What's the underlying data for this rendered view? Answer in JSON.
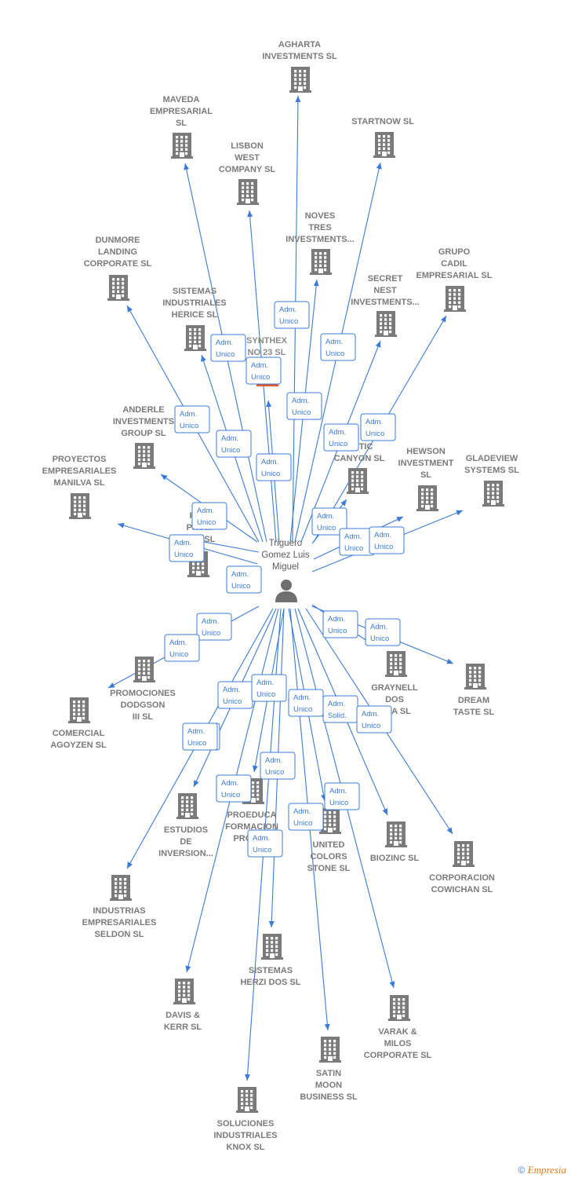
{
  "person": {
    "lines": [
      "Triguero",
      "Gomez Luis",
      "Miguel"
    ]
  },
  "companies": [
    {
      "id": "agharta",
      "lines": [
        "AGHARTA",
        "INVESTMENTS SL"
      ]
    },
    {
      "id": "maveda",
      "lines": [
        "MAVEDA",
        "EMPRESARIAL",
        "SL"
      ]
    },
    {
      "id": "startnow",
      "lines": [
        "STARTNOW SL"
      ]
    },
    {
      "id": "lisbon",
      "lines": [
        "LISBON",
        "WEST",
        "COMPANY  SL"
      ]
    },
    {
      "id": "noves",
      "lines": [
        "NOVES",
        "TRES",
        "INVESTMENTS..."
      ]
    },
    {
      "id": "dunmore",
      "lines": [
        "DUNMORE",
        "LANDING",
        "CORPORATE SL"
      ]
    },
    {
      "id": "grupocadil",
      "lines": [
        "GRUPO",
        "CADIL",
        "EMPRESARIAL SL"
      ]
    },
    {
      "id": "secretnest",
      "lines": [
        "SECRET",
        "NEST",
        "INVESTMENTS..."
      ]
    },
    {
      "id": "sistemasherice",
      "lines": [
        "SISTEMAS",
        "INDUSTRIALES",
        "HERICE  SL"
      ]
    },
    {
      "id": "synthex",
      "lines": [
        "SYNTHEX",
        "NO 23  SL"
      ],
      "highlight": true
    },
    {
      "id": "anderle",
      "lines": [
        "ANDERLE",
        "INVESTMENTS",
        "GROUP SL"
      ]
    },
    {
      "id": "atlantic",
      "lines": [
        "...NTIC",
        "CANYON SL"
      ]
    },
    {
      "id": "hewson",
      "lines": [
        "HEWSON",
        "INVESTMENT",
        "SL"
      ]
    },
    {
      "id": "gladeview",
      "lines": [
        "GLADEVIEW",
        "SYSTEMS  SL"
      ]
    },
    {
      "id": "proyectos",
      "lines": [
        "PROYECTOS",
        "EMPRESARIALES",
        "MANILVA SL"
      ]
    },
    {
      "id": "pomo",
      "lines": [
        "PO...",
        "PRO...",
        "E...S  SL"
      ]
    },
    {
      "id": "promdodgson",
      "lines": [
        "PROMOCIONES",
        "DODGSON",
        "III SL"
      ]
    },
    {
      "id": "agoyzen",
      "lines": [
        "COMERCIAL",
        "AGOYZEN SL"
      ]
    },
    {
      "id": "graynell",
      "lines": [
        "GRAYNELL",
        "DOS",
        "...CA  SL"
      ]
    },
    {
      "id": "dreamtaste",
      "lines": [
        "DREAM",
        "TASTE SL"
      ]
    },
    {
      "id": "estudios",
      "lines": [
        "ESTUDIOS",
        "DE",
        "INVERSION..."
      ]
    },
    {
      "id": "proeduca",
      "lines": [
        "PROEDUCA",
        "FORMACION",
        "PROFE..."
      ]
    },
    {
      "id": "unitedcolors",
      "lines": [
        "UNITED",
        "COLORS",
        "STONE SL"
      ]
    },
    {
      "id": "biozinc",
      "lines": [
        "BIOZINC SL"
      ]
    },
    {
      "id": "cowichan",
      "lines": [
        "CORPORACION",
        "COWICHAN SL"
      ]
    },
    {
      "id": "seldon",
      "lines": [
        "INDUSTRIAS",
        "EMPRESARIALES",
        "SELDON SL"
      ]
    },
    {
      "id": "herzidos",
      "lines": [
        "SISTEMAS",
        "HERZI DOS SL"
      ]
    },
    {
      "id": "daviskerr",
      "lines": [
        "DAVIS &",
        "KERR SL"
      ]
    },
    {
      "id": "varakmilos",
      "lines": [
        "VARAK &",
        "MILOS",
        "CORPORATE SL"
      ]
    },
    {
      "id": "satinmoon",
      "lines": [
        "SATIN",
        "MOON",
        "BUSINESS SL"
      ]
    },
    {
      "id": "solknox",
      "lines": [
        "SOLUCIONES",
        "INDUSTRIALES",
        "KNOX SL"
      ]
    }
  ],
  "badges": [
    {
      "lines": [
        "Adm.",
        "Unico"
      ]
    },
    {
      "lines": [
        "Adm.",
        "Unico"
      ]
    },
    {
      "lines": [
        "Adm.",
        "Unico"
      ]
    },
    {
      "lines": [
        "Adm.",
        "Unico"
      ]
    },
    {
      "lines": [
        "Adm.",
        "Unico"
      ]
    },
    {
      "lines": [
        "Adm.",
        "Unico"
      ]
    },
    {
      "lines": [
        "Adm.",
        "Unico"
      ]
    },
    {
      "lines": [
        "Adm.",
        "Unico"
      ]
    },
    {
      "lines": [
        "Adm.",
        "Unico"
      ]
    },
    {
      "lines": [
        "Adm.",
        "Unico"
      ]
    },
    {
      "lines": [
        "Adm.",
        "Unico"
      ]
    },
    {
      "lines": [
        "Adm.",
        "Unico"
      ]
    },
    {
      "lines": [
        "Adm.",
        "Unico"
      ]
    },
    {
      "lines": [
        "Adm.",
        "Unico"
      ]
    },
    {
      "lines": [
        "Adm.",
        "Unico"
      ]
    },
    {
      "lines": [
        "Adm.",
        "Unico"
      ]
    },
    {
      "lines": [
        "Adm.",
        "Unico"
      ]
    },
    {
      "lines": [
        "Adm.",
        "Unico"
      ]
    },
    {
      "lines": [
        "Adm.",
        "Unico"
      ]
    },
    {
      "lines": [
        "Adm.",
        "Unico"
      ]
    },
    {
      "lines": [
        "Adm.",
        "Unico"
      ]
    },
    {
      "lines": [
        "Adm.",
        "Unico"
      ]
    },
    {
      "lines": [
        "Adm.",
        "Unico"
      ]
    },
    {
      "lines": [
        "Adm.",
        "Unico"
      ]
    },
    {
      "lines": [
        "Adm.",
        "Unico"
      ]
    },
    {
      "lines": [
        "Adm.",
        "Unico"
      ]
    },
    {
      "lines": [
        "Adm.",
        "Solid."
      ]
    },
    {
      "lines": [
        "Adm.",
        "Unico"
      ]
    },
    {
      "lines": [
        "Adm.",
        "Unico"
      ]
    },
    {
      "lines": [
        "Adm.",
        "Unico"
      ]
    },
    {
      "lines": [
        "Adm.",
        "Unico"
      ]
    },
    {
      "lines": [
        "Adm.",
        "Unico"
      ]
    }
  ],
  "footer": {
    "copyright": "©",
    "brand": "Empresia"
  }
}
